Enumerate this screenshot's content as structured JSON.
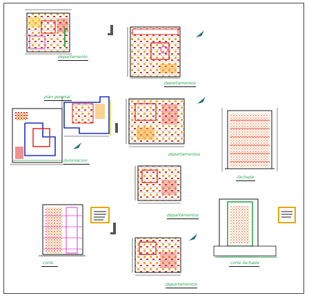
{
  "sheet": {
    "labels": {
      "plan_top_left": "departamento",
      "plan_top_center": "departamentos",
      "plan_general": "plan general",
      "plan_site": "iluminacion",
      "plan_mid": "departamentos",
      "facade_right": "fachada",
      "plan_lower": "departamentos",
      "section_left": "corte",
      "facade_lower": "corte fachada",
      "plan_bottom": "departamentos"
    }
  },
  "colors": {
    "wall": "#e0261b",
    "furniture": "#f5a623",
    "text_green": "#2aa84a",
    "dim_blue": "#1a2fc2",
    "annotation_magenta": "#e23cc8",
    "grid_cyan": "#16b7c9",
    "line_black": "#111111"
  },
  "icons": [
    "north-arrow-icon",
    "title-block-icon",
    "legend-box-icon"
  ]
}
